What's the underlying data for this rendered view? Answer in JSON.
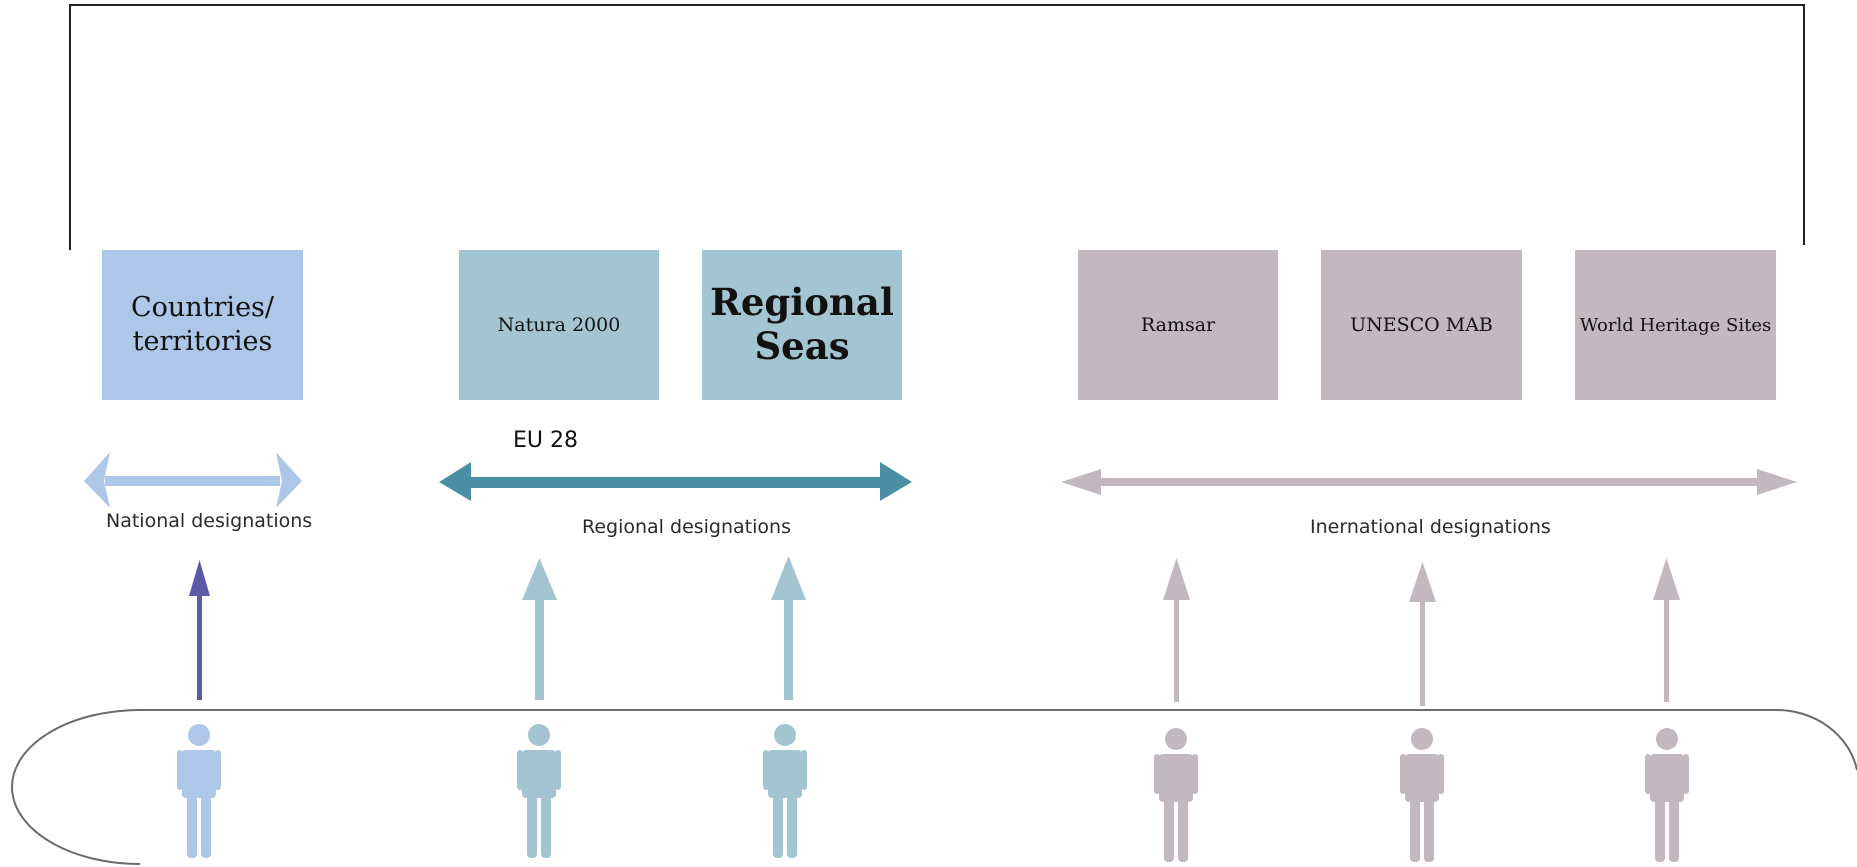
{
  "colors": {
    "national": "#aec6e8",
    "national_arrow": "#5b5aa8",
    "regional_box": "#a3c5d1",
    "regional_arrow": "#4a8fa3",
    "regional_person": "#a3c5d1",
    "international": "#c2b8bf",
    "outline": "#333333"
  },
  "boxes": {
    "countries": "Countries/\nterritories",
    "natura": "Natura 2000",
    "regional_seas": "Regional\nSeas",
    "ramsar": "Ramsar",
    "unesco": "UNESCO MAB",
    "whs": "World Heritage Sites"
  },
  "labels": {
    "eu28": "EU 28",
    "national": "National designations",
    "regional": "Regional designations",
    "international": "Inernational designations"
  },
  "icons": {
    "person": "person-icon",
    "arrow": "arrow-up-icon",
    "double_arrow": "double-arrow-icon"
  }
}
